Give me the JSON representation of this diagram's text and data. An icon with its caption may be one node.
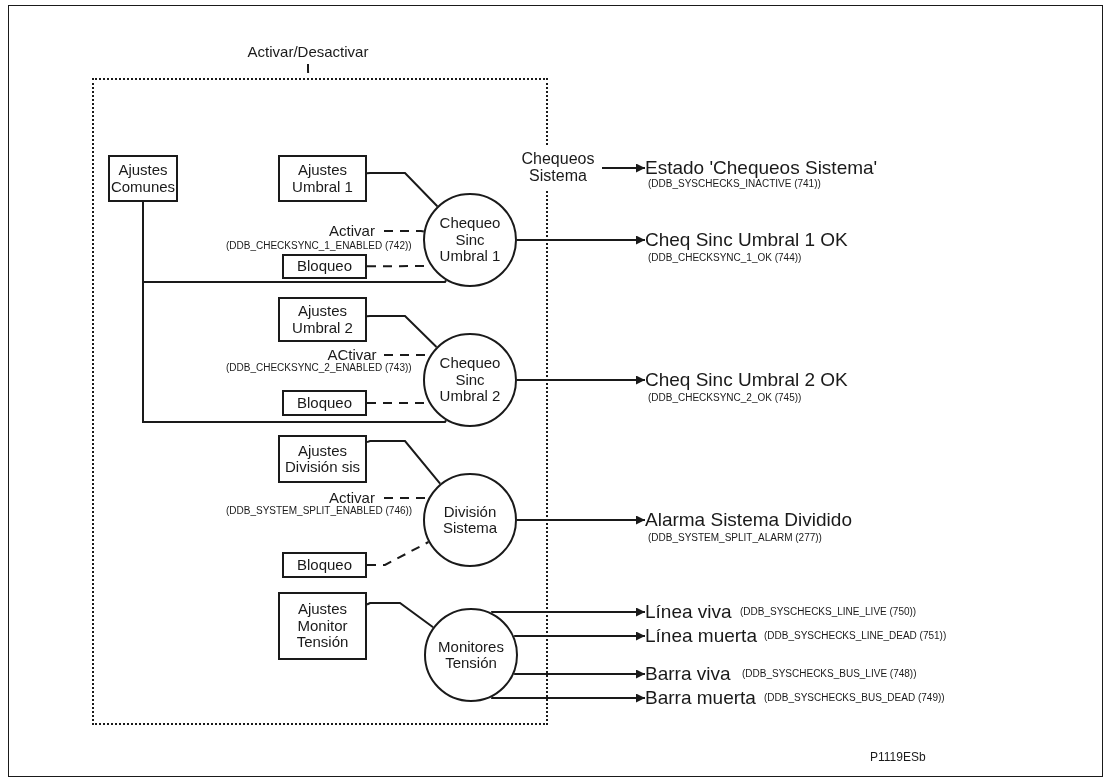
{
  "diagram": {
    "nodes": [
      {
        "text": [],
        "shape": "box"
      },
      {
        "text": [
          "Activar/Desactivar"
        ]
      },
      {
        "text": [
          "Chequeos Sistema"
        ]
      },
      {
        "text": [
          "Estado 'Chequeos Sistema'"
        ],
        "beside": [
          "(DDB_SYSCHECKS_INACTIVE (741))"
        ]
      },
      {
        "text": [
          "Ajustes Comunes"
        ],
        "in": 0
      },
      {
        "text": [
          "Ajustes Umbral 1"
        ],
        "in": 0
      },
      {
        "text": [
          "Activar"
        ],
        "beside": [
          "(DDB_CHECKSYNC_1_ENABLED (742))"
        ],
        "in": 0
      },
      {
        "text": [
          "Bloqueo"
        ],
        "in": 0
      },
      {
        "text": [
          "Chequeo Sinc Umbral 1"
        ],
        "in": 0
      },
      {
        "text": [
          "Cheq Sinc Umbral 1 OK"
        ],
        "beside": [
          "(DDB_CHECKSYNC_1_OK (744))"
        ]
      },
      {
        "text": [
          "Ajustes Umbral 2"
        ],
        "in": 0
      },
      {
        "text": [
          "ACtivar"
        ],
        "beside": [
          "(DDB_CHECKSYNC_2_ENABLED (743))"
        ],
        "in": 0
      },
      {
        "text": [
          "Bloqueo"
        ],
        "in": 0
      },
      {
        "text": [
          "Chequeo Sinc Umbral 2"
        ],
        "in": 0
      },
      {
        "text": [
          "Cheq Sinc Umbral 2 OK"
        ],
        "beside": [
          "(DDB_CHECKSYNC_2_OK (745))"
        ]
      },
      {
        "text": [
          "Ajustes División sis"
        ],
        "in": 0
      },
      {
        "text": [
          "Activar"
        ],
        "beside": [
          "(DDB_SYSTEM_SPLIT_ENABLED (746))"
        ],
        "in": 0
      },
      {
        "text": [
          "Bloqueo"
        ],
        "in": 0
      },
      {
        "text": [
          "División Sistema"
        ],
        "in": 0
      },
      {
        "text": [
          "Alarma Sistema Dividido"
        ],
        "beside": [
          "(DDB_SYSTEM_SPLIT_ALARM (277))"
        ]
      },
      {
        "text": [
          "Ajustes Monitor Tensión"
        ],
        "in": 0
      },
      {
        "text": [
          "Monitores Tensión"
        ],
        "in": 0
      },
      {
        "text": [
          "Línea viva"
        ],
        "beside": [
          "(DDB_SYSCHECKS_LINE_LIVE (750))"
        ]
      },
      {
        "text": [
          "Línea muerta"
        ],
        "beside": [
          "(DDB_SYSCHECKS_LINE_DEAD (751))"
        ]
      },
      {
        "text": [
          "Barra viva"
        ],
        "beside": [
          "(DDB_SYSCHECKS_BUS_LIVE (748))"
        ]
      },
      {
        "text": [
          "Barra muerta"
        ],
        "beside": [
          "(DDB_SYSCHECKS_BUS_DEAD (749))"
        ]
      }
    ],
    "edges": [
      {
        "from": 1,
        "to": 0,
        "arrow": "none",
        "style": "dashed"
      },
      {
        "from": 2,
        "to": 3,
        "arrow": "to"
      },
      {
        "from": 4,
        "to": 8,
        "arrow": "none"
      },
      {
        "from": 4,
        "to": 13,
        "arrow": "none"
      },
      {
        "from": 5,
        "to": 8,
        "arrow": "none"
      },
      {
        "from": 6,
        "to": 8,
        "arrow": "none",
        "style": "dashed"
      },
      {
        "from": 7,
        "to": 8,
        "arrow": "none",
        "style": "dashed"
      },
      {
        "from": 8,
        "to": 9,
        "arrow": "to"
      },
      {
        "from": 10,
        "to": 13,
        "arrow": "none"
      },
      {
        "from": 11,
        "to": 13,
        "arrow": "none",
        "style": "dashed"
      },
      {
        "from": 12,
        "to": 13,
        "arrow": "none",
        "style": "dashed"
      },
      {
        "from": 13,
        "to": 14,
        "arrow": "to"
      },
      {
        "from": 15,
        "to": 18,
        "arrow": "none"
      },
      {
        "from": 16,
        "to": 18,
        "arrow": "none",
        "style": "dashed"
      },
      {
        "from": 17,
        "to": 18,
        "arrow": "none",
        "style": "dashed"
      },
      {
        "from": 18,
        "to": 19,
        "arrow": "to"
      },
      {
        "from": 20,
        "to": 21,
        "arrow": "none"
      },
      {
        "from": 21,
        "to": 22,
        "arrow": "to"
      },
      {
        "from": 21,
        "to": 23,
        "arrow": "to"
      },
      {
        "from": 21,
        "to": 24,
        "arrow": "to"
      },
      {
        "from": 21,
        "to": 25,
        "arrow": "to"
      }
    ],
    "labels": [
      "P1119ESb"
    ]
  }
}
